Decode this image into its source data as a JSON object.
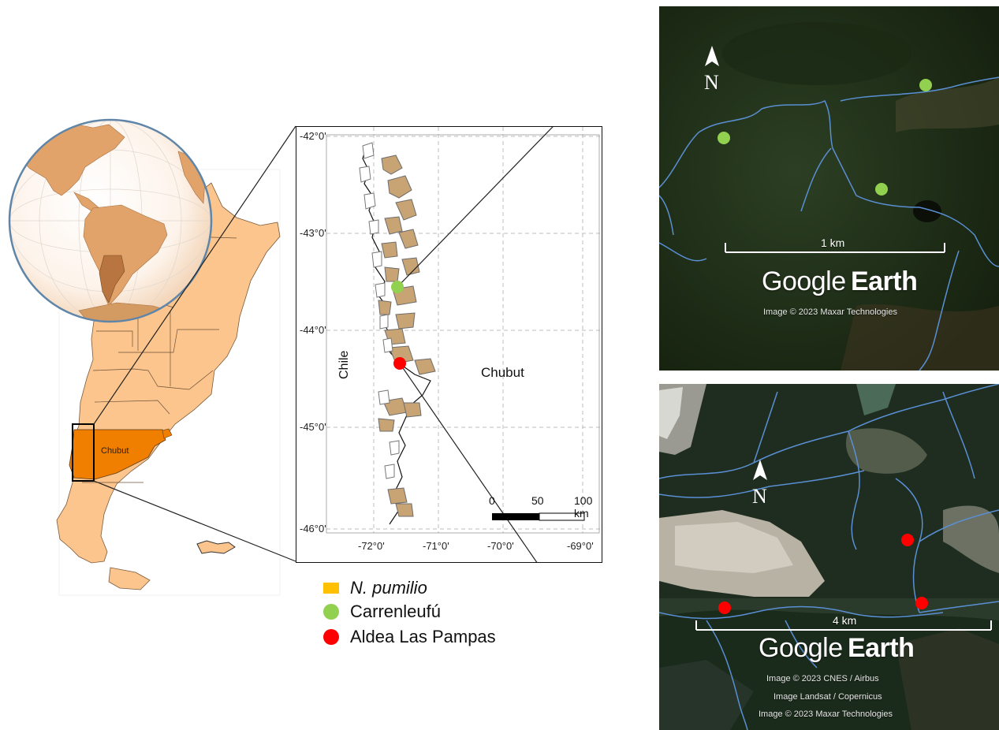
{
  "locator": {
    "region_label": "Chubut",
    "region_color": "#f07f00",
    "country_fill": "#fbc58d",
    "globe_land": "#e2a36a",
    "globe_highlight": "#b8753f"
  },
  "inset_map": {
    "lat_labels": [
      "-42°0'",
      "-43°0'",
      "-44°0'",
      "-45°0'",
      "-46°0'"
    ],
    "lon_labels": [
      "-72°0'",
      "-71°0'",
      "-70°0'",
      "-69°0'"
    ],
    "country_label": "Chile",
    "province_label": "Chubut",
    "scale": {
      "labels": [
        "0",
        "50",
        "100 km"
      ]
    }
  },
  "legend": {
    "items": [
      {
        "label": "N. pumilio",
        "italic": true,
        "color": "#ffc000",
        "shape": "square"
      },
      {
        "label": "Carrenleufú",
        "italic": false,
        "color": "#92d050",
        "shape": "circle"
      },
      {
        "label": "Aldea Las Pampas",
        "italic": false,
        "color": "#ff0000",
        "shape": "circle"
      }
    ]
  },
  "satellite_top": {
    "north": "N",
    "scale_label": "1 km",
    "logo_light": "Google",
    "logo_bold": "Earth",
    "credits": [
      "Image © 2023 Maxar Technologies"
    ],
    "site_color": "#92d050"
  },
  "satellite_bottom": {
    "north": "N",
    "scale_label": "4 km",
    "logo_light": "Google",
    "logo_bold": "Earth",
    "credits": [
      "Image © 2023 CNES / Airbus",
      "Image Landsat / Copernicus",
      "Image © 2023 Maxar Technologies"
    ],
    "site_color": "#ff0000"
  }
}
